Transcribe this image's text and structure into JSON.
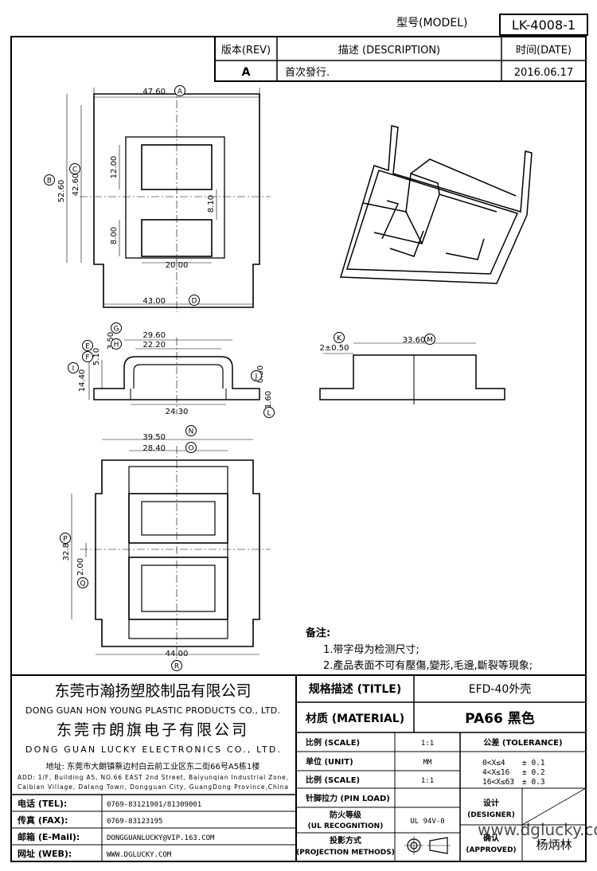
{
  "header": {
    "model_label": "型号(MODEL)",
    "model_value": "LK-4008-1"
  },
  "revision": {
    "rev_header": "版本(REV)",
    "desc_header": "描述 (DESCRIPTION)",
    "date_header": "时间(DATE)",
    "rev": "A",
    "desc": "首次發行.",
    "date": "2016.06.17"
  },
  "dimensions": {
    "top_view": {
      "A": "47.60",
      "B": "52.60",
      "C": "42.60",
      "D": "43.00",
      "win_h": "12.00",
      "gap": "8.10",
      "win_h2": "8.00",
      "inner_w": "20.00"
    },
    "front_view": {
      "G": "29.60",
      "H": "22.20",
      "E": "3.50",
      "F": "5.10",
      "I": "14.40",
      "J": "0.50",
      "L": "1.60",
      "base": "24.30"
    },
    "side_view": {
      "K": "2±0.50",
      "M": "33.60"
    },
    "bottom_view": {
      "N": "39.50",
      "O": "28.40",
      "P": "32.80",
      "Q": "2.00",
      "R": "44.00"
    },
    "markers": [
      "A",
      "B",
      "C",
      "D",
      "E",
      "F",
      "G",
      "H",
      "I",
      "J",
      "K",
      "L",
      "M",
      "N",
      "O",
      "P",
      "Q",
      "R"
    ]
  },
  "notes": {
    "title": "备注:",
    "items": [
      "1.带字母为检测尺寸;",
      "2.產品表面不可有壓傷,變形,毛邊,斷裂等現象;"
    ]
  },
  "company": {
    "cn1": "东莞市瀚扬塑胶制品有限公司",
    "en1": "DONG GUAN HON YOUNG PLASTIC PRODUCTS CO., LTD.",
    "cn2": "东莞市朗旗电子有限公司",
    "en2": "DONG GUAN LUCKY ELECTRONICS CO., LTD.",
    "address_cn": "地址: 东莞市大朗镇蔡边村白云前工业区东二街66号A5栋1楼",
    "address_en1": "ADD: 1/F, Building A5, NO.66 EAST 2nd Street, Baiyunqian Industrial Zone,",
    "address_en2": "Caibian Village, Dalang Town, Dongguan City, GuangDong Province,China"
  },
  "contact": [
    {
      "label": "电话 (TEL):",
      "value": "0769-83121901/81309001"
    },
    {
      "label": "传真 (FAX):",
      "value": "0769-83123195"
    },
    {
      "label": "邮箱 (E-Mail):",
      "value": "DONGGUANLUCKY@VIP.163.COM"
    },
    {
      "label": "网址 (WEB):",
      "value": "WWW.DGLUCKY.COM"
    }
  ],
  "spec": {
    "title_label": "规格描述 (TITLE)",
    "title_value": "EFD-40外壳",
    "material_label": "材质 (MATERIAL)",
    "material_value": "PA66 黑色",
    "scale_label": "比例 (SCALE)",
    "scale_value": "1:1",
    "unit_label": "单位 (UNIT)",
    "unit_value": "MM",
    "scale2_label": "比例 (SCALE)",
    "scale2_value": "1:1",
    "pin_label": "针脚拉力 (PIN LOAD)",
    "pin_value": "",
    "ul_label1": "防火等级",
    "ul_label2": "(UL RECOGNITION)",
    "ul_value": "UL 94V-0",
    "proj_label1": "投影方式",
    "proj_label2": "(PROJECTION METHODS)",
    "tolerance_label": "公差 (TOLERANCE)",
    "tolerances": [
      {
        "range": "0<X≤4",
        "value": "± 0.1"
      },
      {
        "range": "4<X≤16",
        "value": "± 0.2"
      },
      {
        "range": "16<X≤63",
        "value": "± 0.3"
      }
    ],
    "designer_label1": "设计",
    "designer_label2": "(DESIGNER)",
    "approved_label1": "确认",
    "approved_label2": "(APPROVED)",
    "approved_value": "杨炳林",
    "watermark": "www.dglucky.com"
  }
}
